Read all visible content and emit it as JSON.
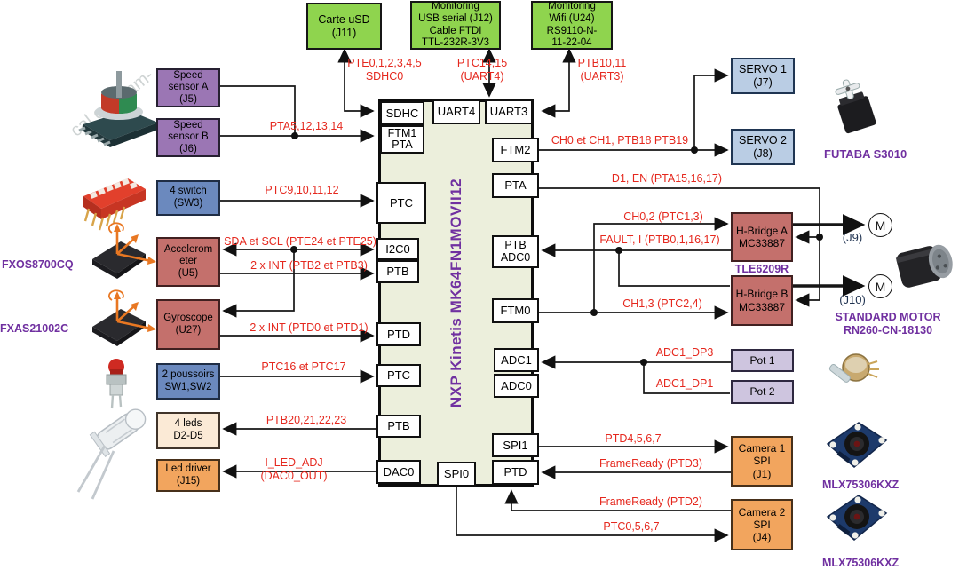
{
  "colors": {
    "green_box": "#8FD44E",
    "purple_box": "#9B76B4",
    "blue_box": "#6B89BE",
    "salmon_box": "#C4706C",
    "cream_box": "#FBEAD6",
    "orange_box": "#F2A55E",
    "servo_box": "#BACDE4",
    "pot_box": "#CEC5DF",
    "mcu_fill": "#ECEFDC",
    "signal_text": "#E5281E",
    "part_text": "#7030A0",
    "line": "#161616"
  },
  "mcu": {
    "name": "NXP Kinetis MK64FN1MOVII12",
    "pins_top": [
      "SDHC",
      "UART4",
      "UART3"
    ],
    "pins_left": [
      "FTM1\nPTA",
      "PTC",
      "I2C0",
      "PTB",
      "PTD",
      "PTC",
      "PTB",
      "DAC0"
    ],
    "pins_right": [
      "FTM2",
      "PTA",
      "PTB\nADC0",
      "FTM0",
      "ADC1",
      "ADC0",
      "SPI1",
      "PTD"
    ],
    "pins_bottom": [
      "SPI0"
    ]
  },
  "boxes": {
    "sd_card": "Carte uSD\n(J11)",
    "usb_serial": "Monitoring\nUSB serial (J12)\nCable FTDI\nTTL-232R-3V3",
    "wifi": "Monitoring\nWifi (U24)\nRS9110-N-\n11-22-04",
    "speed_a": "Speed\nsensor A\n(J5)",
    "speed_b": "Speed\nsensor B\n(J6)",
    "switches": "4 switch\n(SW3)",
    "accelerometer": "Accelerom\neter\n(U5)",
    "gyroscope": "Gyroscope\n(U27)",
    "push_buttons": "2 poussoirs\nSW1,SW2",
    "leds": "4 leds\nD2-D5",
    "led_driver": "Led driver\n(J15)",
    "servo1": "SERVO 1\n(J7)",
    "servo2": "SERVO 2\n(J8)",
    "hbridge_a": "H-Bridge A\nMC33887",
    "hbridge_b": "H-Bridge B\nMC33887",
    "pot1": "Pot 1",
    "pot2": "Pot 2",
    "camera1": "Camera 1\nSPI\n(J1)",
    "camera2": "Camera 2\nSPI\n(J4)"
  },
  "motors": {
    "symbol": "M",
    "j9": "(J9)",
    "j10": "(J10)"
  },
  "signals": {
    "sdhc": "PTE0,1,2,3,4,5\nSDHC0",
    "uart4": "PTC14,15\n(UART4)",
    "uart3": "PTB10,11\n(UART3)",
    "speed": "PTA5,12,13,14",
    "switches": "PTC9,10,11,12",
    "i2c": "SDA et SCL (PTE24 et PTE25)",
    "accel_int": "2 x INT (PTB2 et PTB3)",
    "gyro_int": "2 x INT (PTD0 et PTD1)",
    "buttons": "PTC16 et PTC17",
    "leds": "PTB20,21,22,23",
    "led_adj": "I_LED_ADJ (DAC0_OUT)",
    "servos": "CH0 et CH1, PTB18 PTB19",
    "d1_en": "D1, EN (PTA15,16,17)",
    "ch02": "CH0,2 (PTC1,3)",
    "fault": "FAULT, I (PTB0,1,16,17)",
    "ch13": "CH1,3 (PTC2,4)",
    "adc1_dp3": "ADC1_DP3",
    "adc1_dp1": "ADC1_DP1",
    "spi1": "PTD4,5,6,7",
    "frameready3": "FrameReady (PTD3)",
    "frameready2": "FrameReady (PTD2)",
    "spi0": "PTC0,5,6,7"
  },
  "part_labels": {
    "fxos": "FXOS8700CQ",
    "fxas": "FXAS21002C",
    "futaba": "FUTABA S3010",
    "tle": "TLE6209R",
    "standard_motor": "STANDARD MOTOR\nRN260-CN-18130",
    "mlx_top": "MLX75306KXZ",
    "mlx_bottom": "MLX75306KXZ"
  },
  "watermark": {
    "frag1": "am-",
    "frag2": "cal c"
  }
}
